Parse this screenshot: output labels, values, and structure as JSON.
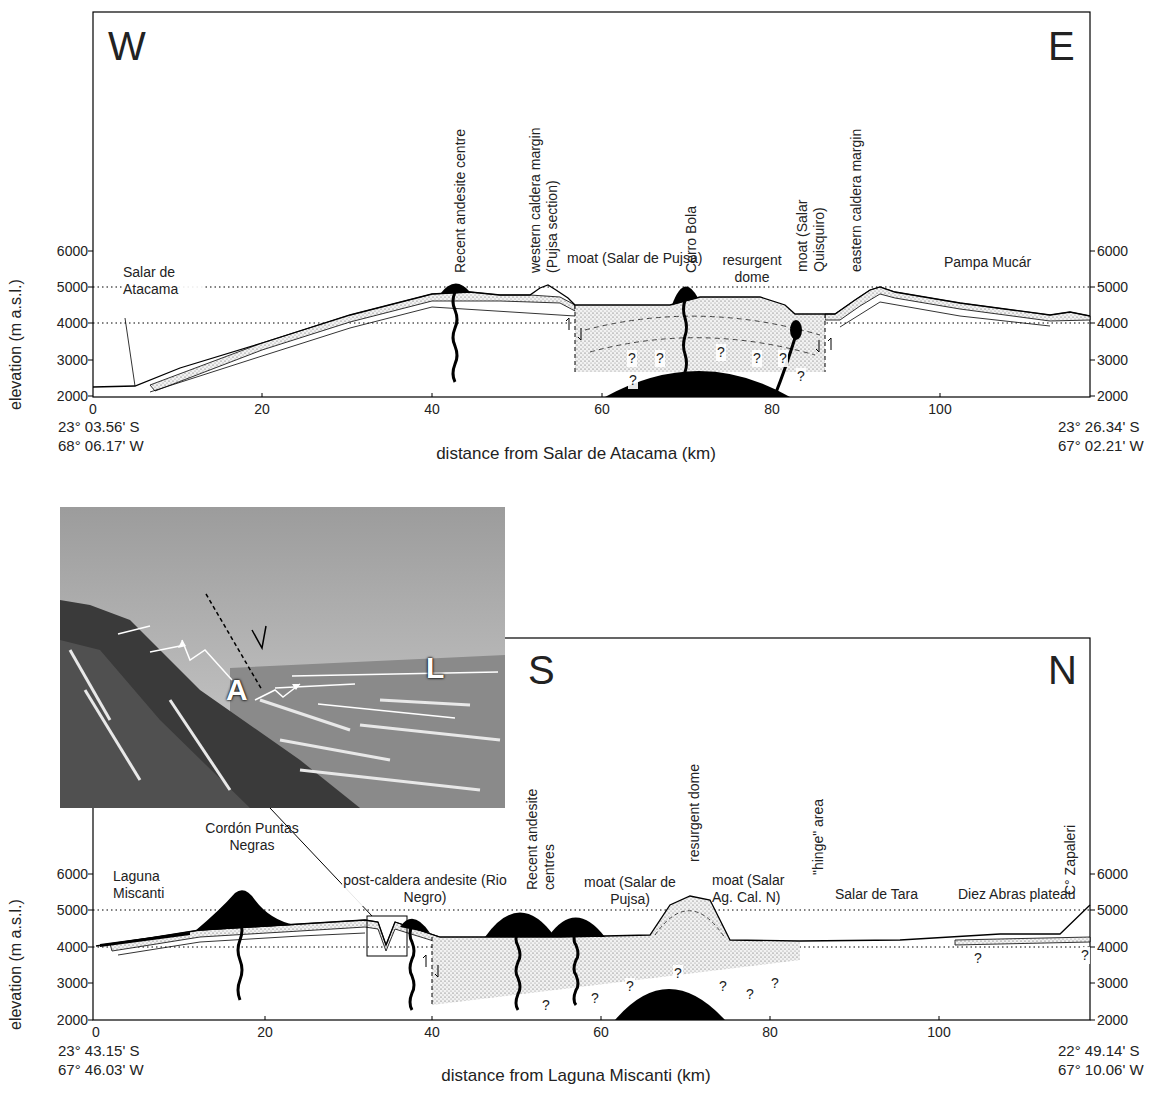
{
  "diagram": {
    "labels": [
      "W",
      "E",
      "Recent andesite centre",
      "western caldera margin (Pujsa section)",
      "moat (Salar de Pujsa)",
      "Cerro Bola",
      "resurgent dome",
      "moat (Salar Quisquiro)",
      "eastern caldera margin",
      "Pampa Mucár",
      "Salar de Atacama",
      "elevation (m a.s.l.)",
      "6000",
      "5000",
      "4000",
      "3000",
      "2000",
      "6000",
      "5000",
      "4000",
      "3000",
      "2000",
      "0",
      "20",
      "40",
      "60",
      "80",
      "100",
      "23° 03.56' S",
      "68° 06.17' W",
      "distance from Salar de Atacama (km)",
      "23° 26.34' S",
      "67° 02.21' W",
      "?",
      "?",
      "?",
      "?",
      "?",
      "?",
      "?",
      "S",
      "N",
      "Laguna Miscanti",
      "Cordón Puntas Negras",
      "post-caldera andesite (Rio Negro)",
      "Recent andesite centres",
      "moat (Salar de Pujsa)",
      "resurgent dome",
      "moat (Salar Ag. Cal. N)",
      "\"hinge\" area",
      "Salar de Tara",
      "Diez Abras plateau",
      "C° Zapaleri",
      "elevation (m a.s.l.)",
      "6000",
      "5000",
      "4000",
      "3000",
      "2000",
      "6000",
      "5000",
      "4000",
      "3000",
      "2000",
      "0",
      "20",
      "40",
      "60",
      "80",
      "100",
      "23° 43.15' S",
      "67° 46.03' W",
      "distance from Laguna Miscanti (km)",
      "22° 49.14' S",
      "67° 10.06' W",
      "A",
      "L",
      "?",
      "?",
      "?",
      "?",
      "?",
      "?",
      "?",
      "?",
      "?"
    ]
  }
}
